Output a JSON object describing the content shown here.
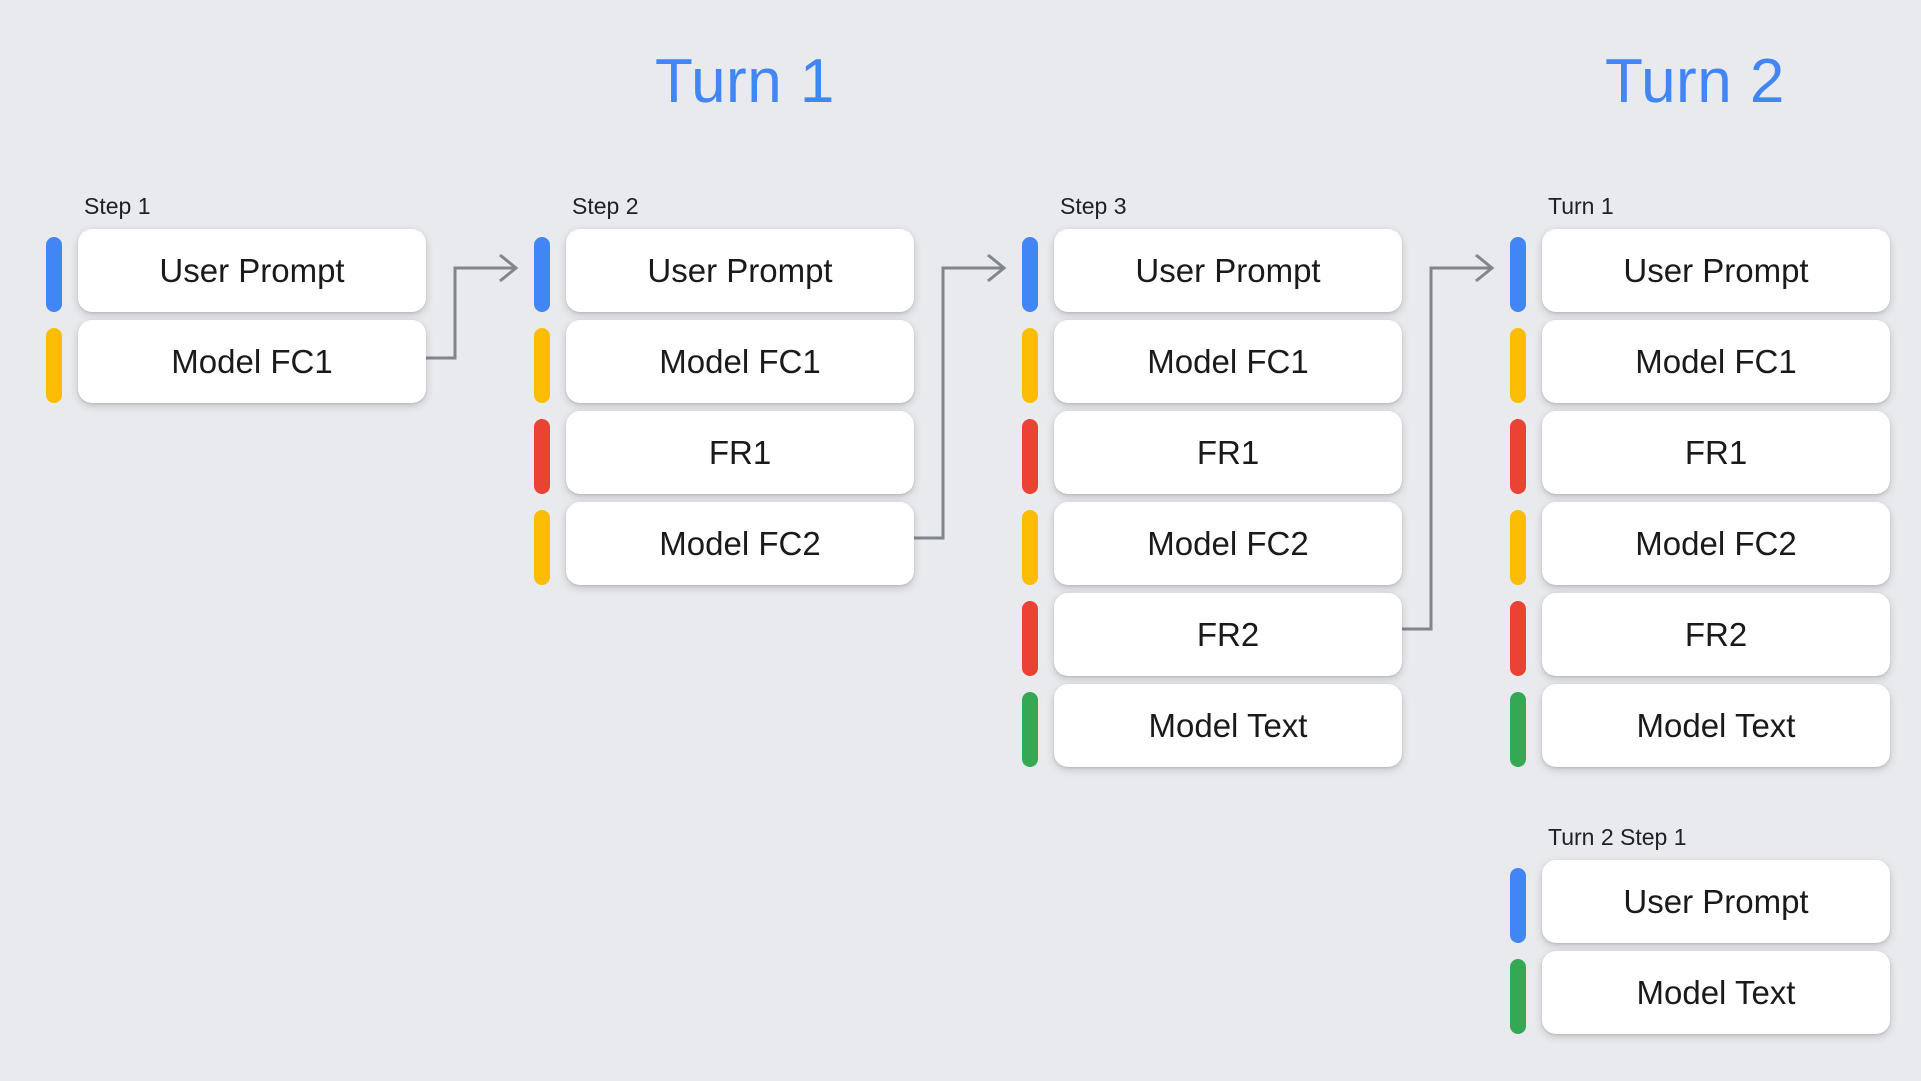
{
  "background_color": "#e8eaed",
  "palette": {
    "blue": "#4285f4",
    "yellow": "#fbbc04",
    "red": "#ea4335",
    "green": "#34a853",
    "heading_blue": "#4285f4",
    "card_white": "#ffffff",
    "arrow_gray": "#80868b",
    "label_text": "#202124"
  },
  "headings": {
    "turn1": "Turn 1",
    "turn2": "Turn 2"
  },
  "columns": [
    {
      "id": "step1",
      "label": "Step 1",
      "rows": [
        {
          "color": "blue",
          "label": "User Prompt"
        },
        {
          "color": "yellow",
          "label": "Model FC1"
        }
      ]
    },
    {
      "id": "step2",
      "label": "Step 2",
      "rows": [
        {
          "color": "blue",
          "label": "User Prompt"
        },
        {
          "color": "yellow",
          "label": "Model FC1"
        },
        {
          "color": "red",
          "label": "FR1"
        },
        {
          "color": "yellow",
          "label": "Model FC2"
        }
      ]
    },
    {
      "id": "step3",
      "label": "Step 3",
      "rows": [
        {
          "color": "blue",
          "label": "User Prompt"
        },
        {
          "color": "yellow",
          "label": "Model FC1"
        },
        {
          "color": "red",
          "label": "FR1"
        },
        {
          "color": "yellow",
          "label": "Model FC2"
        },
        {
          "color": "red",
          "label": "FR2"
        },
        {
          "color": "green",
          "label": "Model Text"
        }
      ]
    },
    {
      "id": "turn1",
      "label": "Turn 1",
      "rows": [
        {
          "color": "blue",
          "label": "User Prompt"
        },
        {
          "color": "yellow",
          "label": "Model FC1"
        },
        {
          "color": "red",
          "label": "FR1"
        },
        {
          "color": "yellow",
          "label": "Model FC2"
        },
        {
          "color": "red",
          "label": "FR2"
        },
        {
          "color": "green",
          "label": "Model Text"
        }
      ]
    },
    {
      "id": "turn2step1",
      "label": "Turn 2 Step 1",
      "rows": [
        {
          "color": "blue",
          "label": "User Prompt"
        },
        {
          "color": "green",
          "label": "Model Text"
        }
      ]
    }
  ],
  "connectors": [
    {
      "id": "arrow-step1-to-step2",
      "from": "step1.Model FC1",
      "to": "step2.User Prompt"
    },
    {
      "id": "arrow-step2-to-step3",
      "from": "step2.Model FC2",
      "to": "step3.User Prompt"
    },
    {
      "id": "arrow-step3-to-turn1",
      "from": "step3.FR2",
      "to": "turn1.User Prompt"
    }
  ]
}
